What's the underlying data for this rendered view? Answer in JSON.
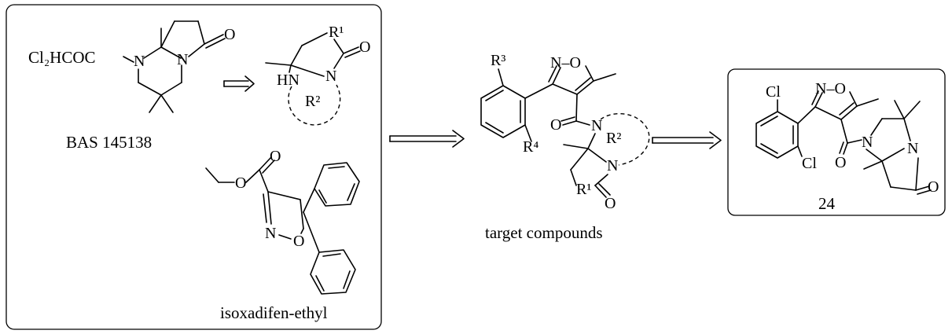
{
  "left_panel": {
    "compound_bas_label": "BAS 145138",
    "compound_isoxadifen_label": "isoxadifen-ethyl",
    "bas_substituent": "Cl₂HCOC",
    "atoms": {
      "N": "N",
      "O": "O",
      "HN": "HN",
      "R1": "R¹",
      "R2": "R²"
    }
  },
  "middle": {
    "caption": "target compounds",
    "atoms": {
      "N": "N",
      "O": "O",
      "R1": "R¹",
      "R2": "R²",
      "R3": "R³",
      "R4": "R⁴",
      "NO": "N–O"
    }
  },
  "right_panel": {
    "compound_label": "24",
    "atoms": {
      "Cl": "Cl",
      "N": "N",
      "O": "O",
      "NO": "N–O"
    }
  }
}
